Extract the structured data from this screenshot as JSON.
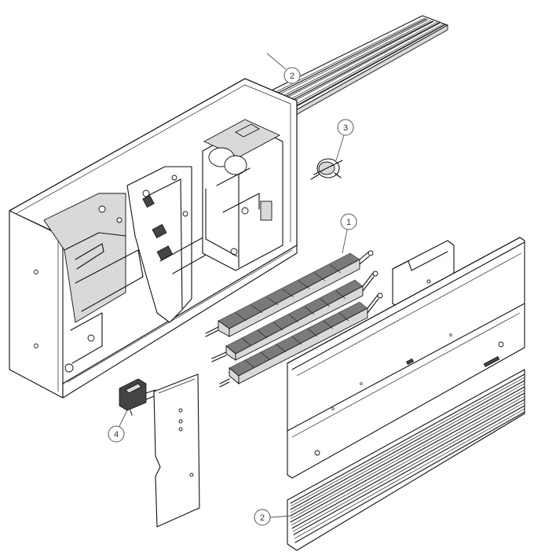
{
  "callouts": [
    {
      "id": "grille-top",
      "label": "2"
    },
    {
      "id": "thermostat",
      "label": "3"
    },
    {
      "id": "element",
      "label": "1"
    },
    {
      "id": "switch",
      "label": "4"
    },
    {
      "id": "grille-front",
      "label": "2"
    }
  ]
}
